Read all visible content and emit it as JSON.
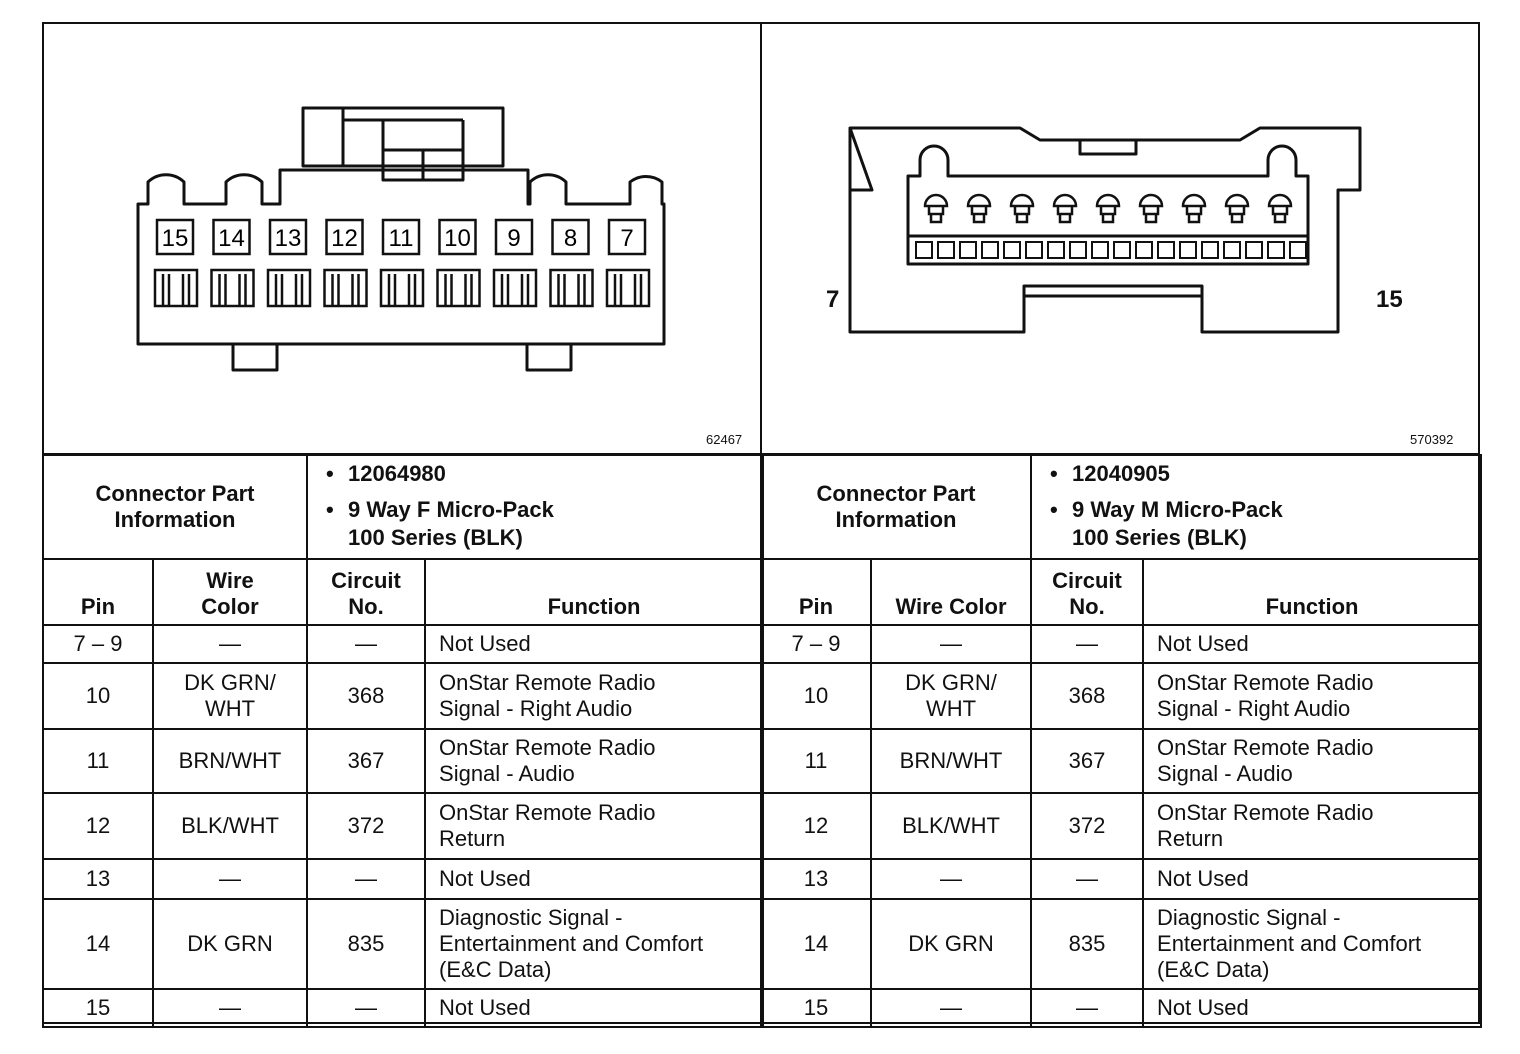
{
  "left": {
    "figure_number": "62467",
    "cavity_numbers": [
      "15",
      "14",
      "13",
      "12",
      "11",
      "10",
      "9",
      "8",
      "7"
    ],
    "connector_info_label": "Connector Part Information",
    "part_number": "12064980",
    "description_line1": "9 Way F Micro-Pack",
    "description_line2": "100 Series (BLK)",
    "headers": {
      "pin": "Pin",
      "wire_color_1": "Wire",
      "wire_color_2": "Color",
      "circuit_1": "Circuit",
      "circuit_2": "No.",
      "function": "Function"
    },
    "rows": [
      {
        "pin": "7 – 9",
        "wire": [
          "—"
        ],
        "circuit": "—",
        "function": [
          "Not Used"
        ]
      },
      {
        "pin": "10",
        "wire": [
          "DK GRN/",
          "WHT"
        ],
        "circuit": "368",
        "function": [
          "OnStar Remote Radio",
          "Signal - Right Audio"
        ]
      },
      {
        "pin": "11",
        "wire": [
          "BRN/WHT"
        ],
        "circuit": "367",
        "function": [
          "OnStar Remote Radio",
          "Signal - Audio"
        ]
      },
      {
        "pin": "12",
        "wire": [
          "BLK/WHT"
        ],
        "circuit": "372",
        "function": [
          "OnStar Remote Radio",
          "Return"
        ]
      },
      {
        "pin": "13",
        "wire": [
          "—"
        ],
        "circuit": "—",
        "function": [
          "Not Used"
        ]
      },
      {
        "pin": "14",
        "wire": [
          "DK GRN"
        ],
        "circuit": "835",
        "function": [
          "Diagnostic Signal -",
          "Entertainment and Comfort",
          "(E&C Data)"
        ]
      },
      {
        "pin": "15",
        "wire": [
          "—"
        ],
        "circuit": "—",
        "function": [
          "Not Used"
        ]
      }
    ]
  },
  "right": {
    "figure_number": "570392",
    "end_label_left": "7",
    "end_label_right": "15",
    "connector_info_label": "Connector Part Information",
    "part_number": "12040905",
    "description_line1": "9 Way M Micro-Pack",
    "description_line2": "100 Series (BLK)",
    "headers": {
      "pin": "Pin",
      "wire_color": "Wire Color",
      "circuit_1": "Circuit",
      "circuit_2": "No.",
      "function": "Function"
    },
    "rows": [
      {
        "pin": "7 – 9",
        "wire": [
          "—"
        ],
        "circuit": "—",
        "function": [
          "Not Used"
        ]
      },
      {
        "pin": "10",
        "wire": [
          "DK GRN/",
          "WHT"
        ],
        "circuit": "368",
        "function": [
          "OnStar Remote Radio",
          "Signal - Right Audio"
        ]
      },
      {
        "pin": "11",
        "wire": [
          "BRN/WHT"
        ],
        "circuit": "367",
        "function": [
          "OnStar Remote Radio",
          "Signal - Audio"
        ]
      },
      {
        "pin": "12",
        "wire": [
          "BLK/WHT"
        ],
        "circuit": "372",
        "function": [
          "OnStar Remote Radio",
          "Return"
        ]
      },
      {
        "pin": "13",
        "wire": [
          "—"
        ],
        "circuit": "—",
        "function": [
          "Not Used"
        ]
      },
      {
        "pin": "14",
        "wire": [
          "DK GRN"
        ],
        "circuit": "835",
        "function": [
          "Diagnostic Signal -",
          "Entertainment and Comfort",
          "(E&C Data)"
        ]
      },
      {
        "pin": "15",
        "wire": [
          "—"
        ],
        "circuit": "—",
        "function": [
          "Not Used"
        ]
      }
    ]
  }
}
